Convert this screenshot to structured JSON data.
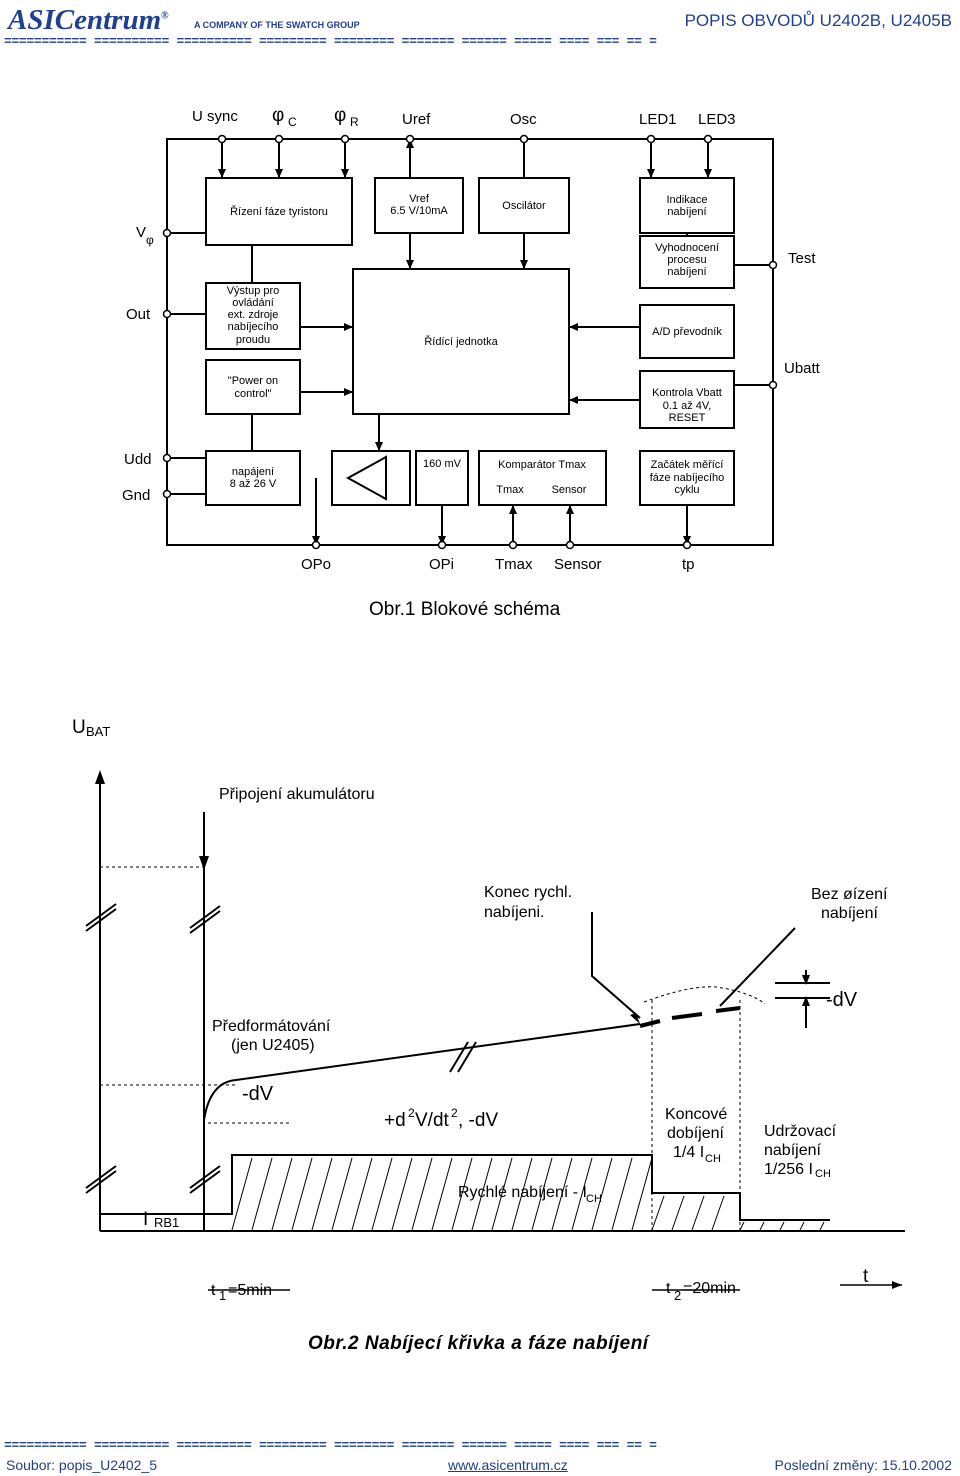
{
  "header": {
    "logo": "ASICentrum",
    "logo_mark": "®",
    "company_tagline": "A COMPANY OF THE SWATCH GROUP",
    "title": "POPIS OBVODŮ U2402B, U2405B"
  },
  "rule_line": "=========== ========== ========== ========= ======== ======= ====== ===== ==== === == =",
  "block_diagram": {
    "caption": "Obr.1 Blokové schéma",
    "top_pins": [
      "U sync",
      "φ",
      "C",
      "φ",
      "R",
      "Uref",
      "Osc",
      "LED1",
      "LED3"
    ],
    "left_pins": [
      "V",
      "φ",
      "Out",
      "Udd",
      "Gnd"
    ],
    "right_pins": [
      "Test",
      "Ubatt"
    ],
    "bottom_pins": [
      "OPo",
      "OPi",
      "Tmax",
      "Sensor",
      "tp"
    ],
    "blocks": {
      "thyristor": "Řízení fáze tyristoru",
      "vref_1": "Vref",
      "vref_2": "6.5 V/10mA",
      "oscillator": "Oscilátor",
      "indication_1": "Indikace",
      "indication_2": "nabíjení",
      "eval_1": "Vyhodnocení",
      "eval_2": "procesu",
      "eval_3": "nabíjení",
      "output_1": "Výstup pro",
      "output_2": "ovládání",
      "output_3": "ext. zdroje",
      "output_4": "nabíjecího",
      "output_5": "proudu",
      "control_unit": "Řídící jednotka",
      "adc": "A/D převodník",
      "power_on_1": "\"Power on",
      "power_on_2": "control\"",
      "vbatt_1": "Kontrola Vbatt",
      "vbatt_2": "0.1 až 4V,",
      "vbatt_3": "RESET",
      "supply_1": "napájení",
      "supply_2": "8 až 26 V",
      "mv160": "160 mV",
      "comparator": "Komparátor Tmax",
      "comp_tmax": "Tmax",
      "comp_sensor": "Sensor",
      "start_1": "Začátek měřící",
      "start_2": "fáze nabíjecího",
      "start_3": "cyklu"
    }
  },
  "charge_curve": {
    "caption": "Obr.2  Nabíjecí křivka a fáze nabíjení",
    "u_bat": "U",
    "u_bat_sub": "BAT",
    "battery_connect": "Připojení akumulátoru",
    "fast_end_1": "Konec rychl.",
    "fast_end_2": "nabíjeni.",
    "no_control_1": "Bez øízení",
    "no_control_2": "nabíjení",
    "minus_dv": "-dV",
    "preform_1": "Předformátování",
    "preform_2": "(jen U2405)",
    "minus_dv_2": "-dV",
    "d2v_a": "+d",
    "d2v_sup1": "2",
    "d2v_b": "V/dt",
    "d2v_sup2": "2",
    "d2v_c": ", -dV",
    "final_1": "Koncové",
    "final_2": "dobíjení",
    "final_3": "1/4 I",
    "final_sub": "CH",
    "trickle_1": "Udržovací",
    "trickle_2": "nabíjení",
    "trickle_3": "1/256 I",
    "trickle_sub": "CH",
    "fast": "Rychlé nabíjení - I",
    "fast_sub": "CH",
    "irb": "I",
    "irb_sub": "RB1",
    "t1": "t",
    "t1_sub": "1",
    "t1_val": " =5min",
    "t2": "t",
    "t2_sub": "2",
    "t2_val": "=20min",
    "t_axis": "t"
  },
  "footer": {
    "file": "Soubor: popis_U2402_5",
    "url": "www.asicentrum.cz",
    "modified": "Poslední změny: 15.10.2002"
  }
}
